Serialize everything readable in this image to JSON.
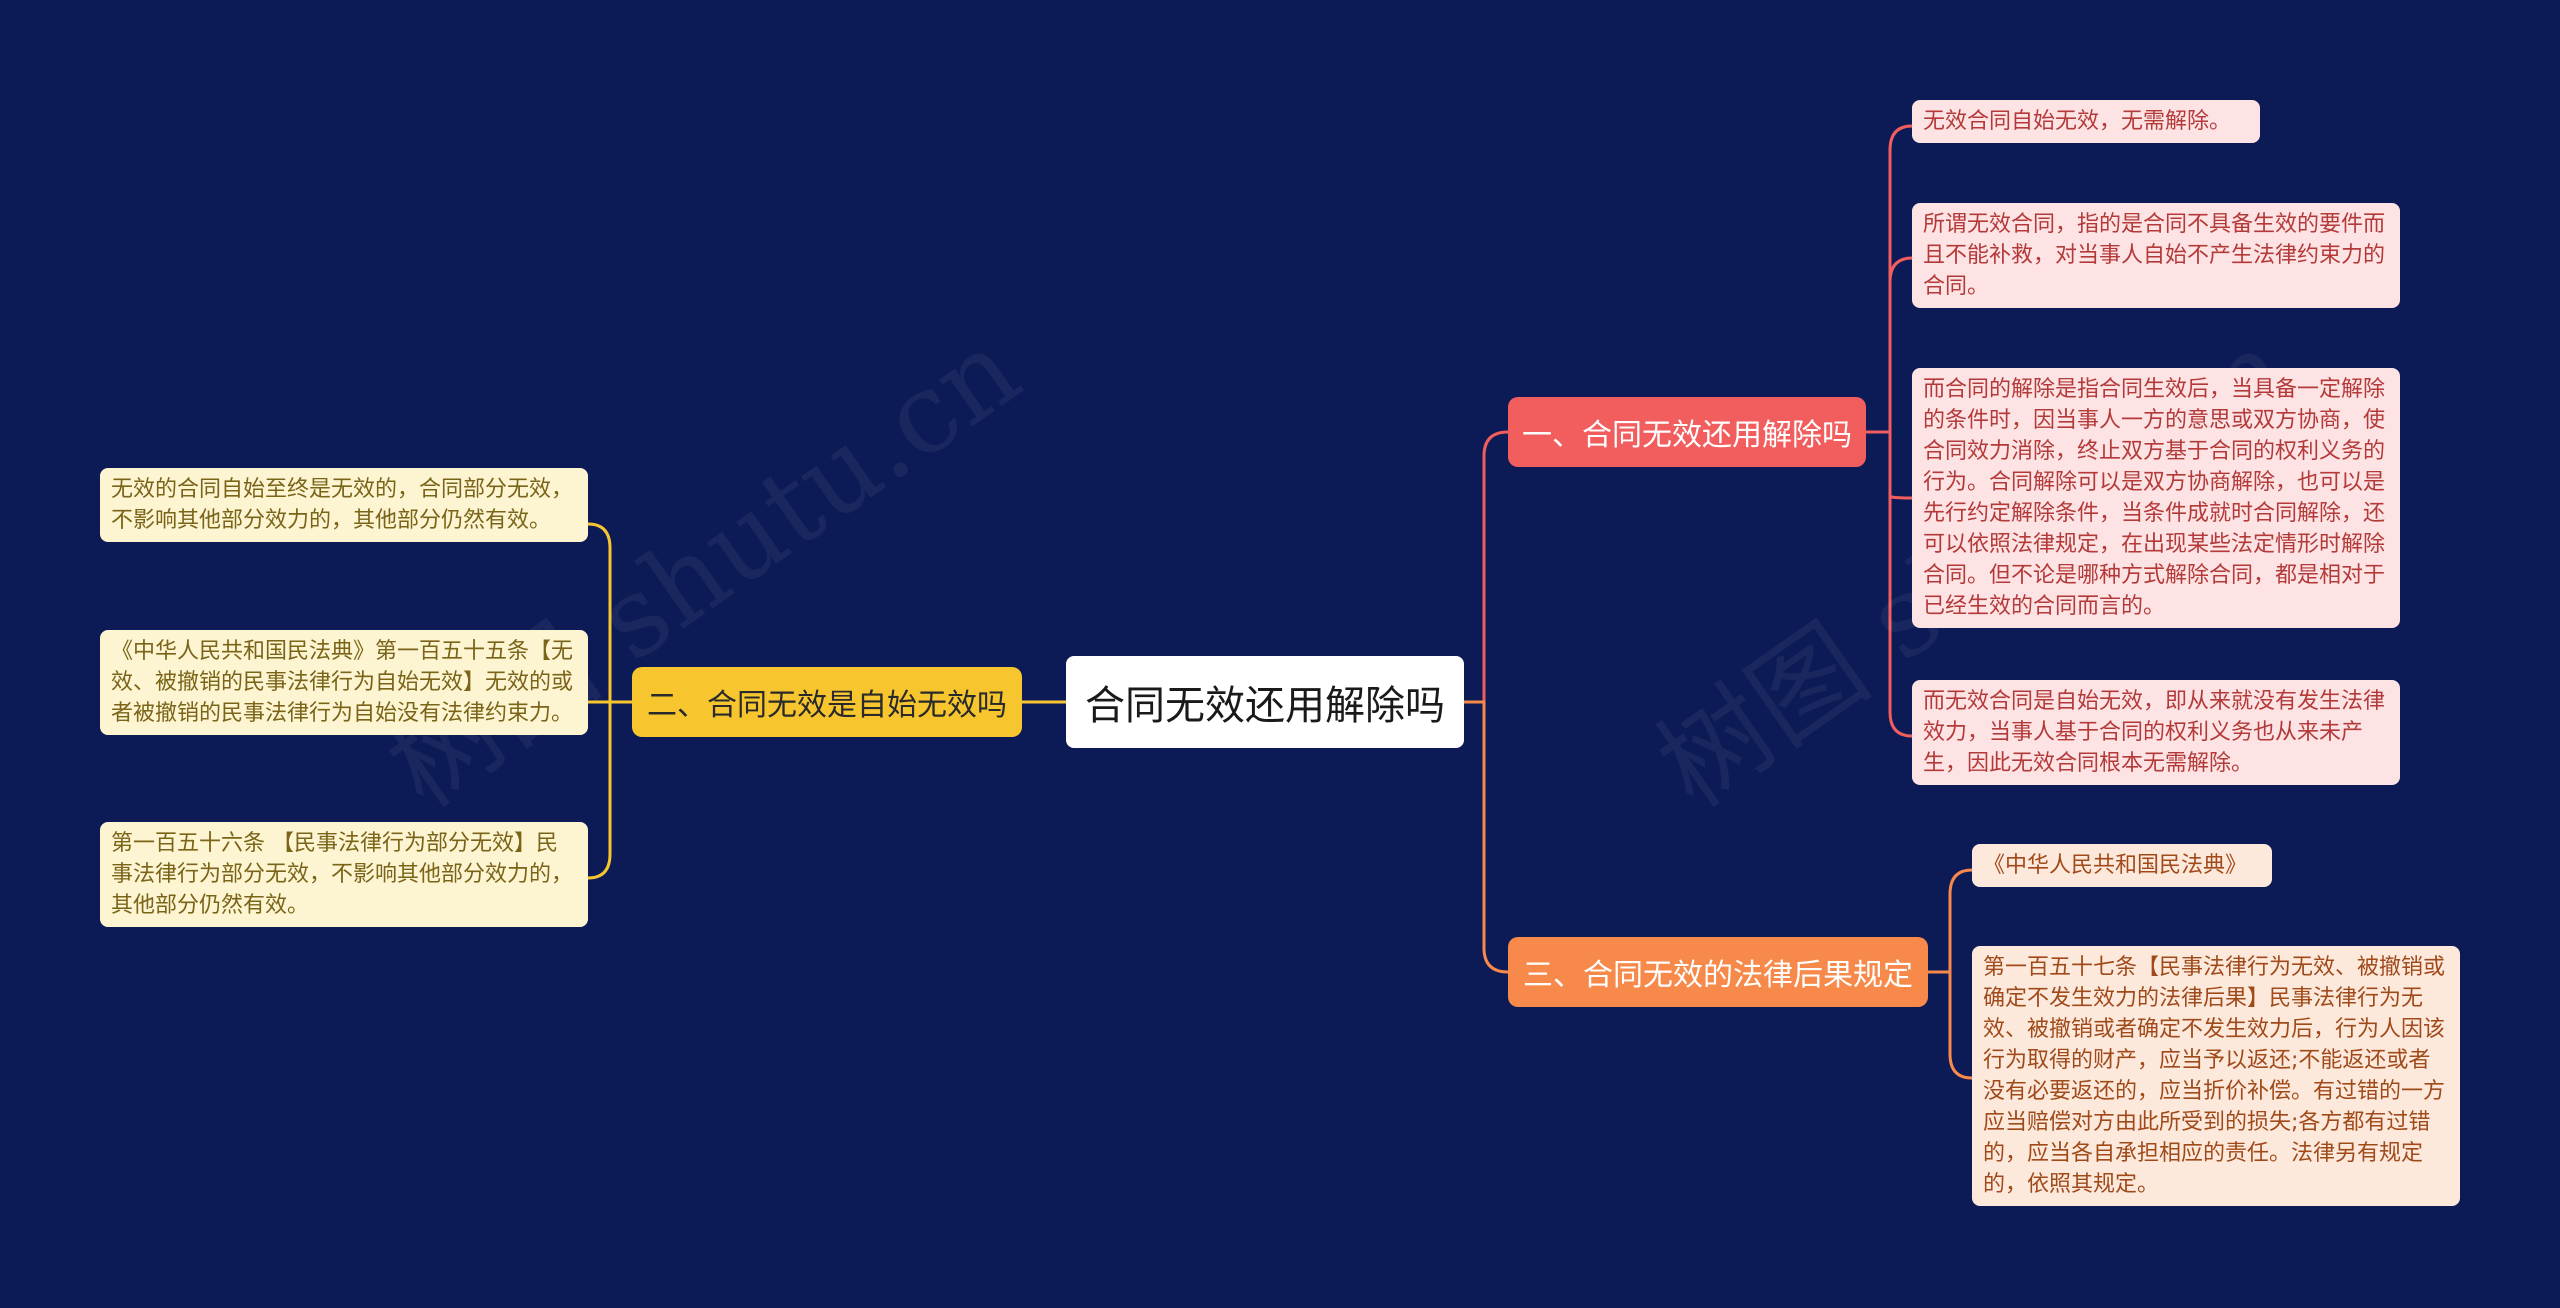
{
  "root": {
    "label": "合同无效还用解除吗"
  },
  "branches": [
    {
      "label": "一、合同无效还用解除吗",
      "color": "#f25d5d",
      "leaves": [
        "无效合同自始无效，无需解除。",
        "所谓无效合同，指的是合同不具备生效的要件而且不能补救，对当事人自始不产生法律约束力的合同。",
        "而合同的解除是指合同生效后，当具备一定解除的条件时，因当事人一方的意思或双方协商，使合同效力消除，终止双方基于合同的权利义务的行为。合同解除可以是双方协商解除，也可以是先行约定解除条件，当条件成就时合同解除，还可以依照法律规定，在出现某些法定情形时解除合同。但不论是哪种方式解除合同，都是相对于已经生效的合同而言的。",
        "而无效合同是自始无效，即从来就没有发生法律效力，当事人基于合同的权利义务也从来未产生，因此无效合同根本无需解除。"
      ]
    },
    {
      "label": "二、合同无效是自始无效吗",
      "color": "#f7c62f",
      "leaves": [
        "无效的合同自始至终是无效的，合同部分无效，不影响其他部分效力的，其他部分仍然有效。",
        "《中华人民共和国民法典》第一百五十五条【无效、被撤销的民事法律行为自始无效】无效的或者被撤销的民事法律行为自始没有法律约束力。",
        "第一百五十六条 【民事法律行为部分无效】民事法律行为部分无效，不影响其他部分效力的，其他部分仍然有效。"
      ]
    },
    {
      "label": "三、合同无效的法律后果规定",
      "color": "#f78a4a",
      "leaves": [
        "《中华人民共和国民法典》",
        "第一百五十七条【民事法律行为无效、被撤销或确定不发生效力的法律后果】民事法律行为无效、被撤销或者确定不发生效力后，行为人因该行为取得的财产，应当予以返还;不能返还或者没有必要返还的，应当折价补偿。有过错的一方应当赔偿对方由此所受到的损失;各方都有过错的，应当各自承担相应的责任。法律另有规定的，依照其规定。"
      ]
    }
  ],
  "watermark": "树图 shutu.cn"
}
